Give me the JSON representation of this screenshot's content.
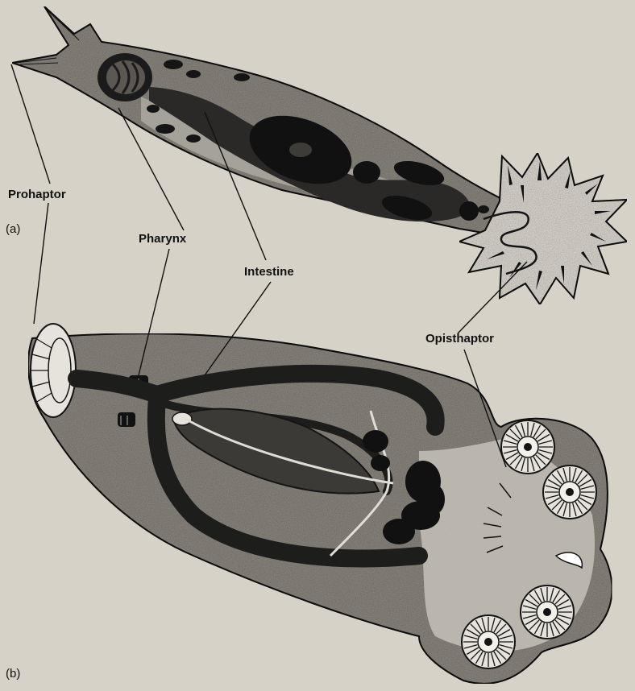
{
  "labels": {
    "prohaptor": "Prohaptor",
    "pharynx": "Pharynx",
    "intestine": "Intestine",
    "opisthaptor": "Opisthaptor"
  },
  "panels": {
    "a": "(a)",
    "b": "(b)"
  },
  "colors": {
    "paper": "#d6d2c8",
    "body_fill": "#8c8880",
    "ink": "#141414",
    "sucker_fill": "#e6e3dc"
  }
}
